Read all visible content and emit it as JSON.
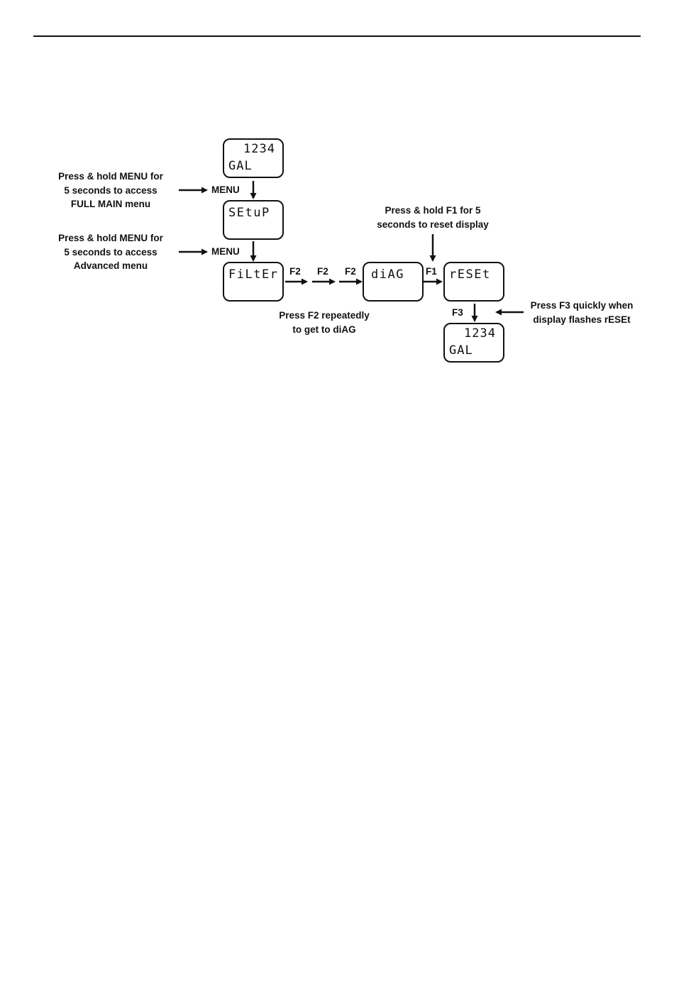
{
  "displays": {
    "home_top": {
      "value": "1234",
      "unit": "GAL"
    },
    "setup": {
      "text": "SEtuP"
    },
    "filter": {
      "text": "FiLtEr"
    },
    "diag": {
      "text": "diAG"
    },
    "reset": {
      "text": "rESEt"
    },
    "home_bottom": {
      "value": "1234",
      "unit": "GAL"
    }
  },
  "notes": {
    "full_main": [
      "Press & hold MENU for",
      "5 seconds to access",
      "FULL MAIN menu"
    ],
    "advanced": [
      "Press & hold MENU for",
      "5 seconds to access",
      "Advanced menu"
    ],
    "reset_hold": [
      "Press & hold F1 for 5",
      "seconds to reset display"
    ],
    "f2_repeat": [
      "Press F2 repeatedly",
      "to get to diAG"
    ],
    "f3_quick": [
      "Press F3 quickly when",
      "display flashes rESEt"
    ]
  },
  "keys": {
    "menu_1": "MENU",
    "menu_2": "MENU",
    "f2_a": "F2",
    "f2_b": "F2",
    "f2_c": "F2",
    "f1": "F1",
    "f3": "F3"
  }
}
